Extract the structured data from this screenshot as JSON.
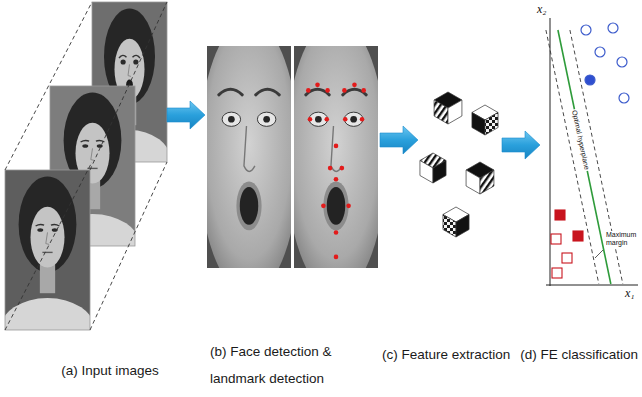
{
  "diagram": {
    "nodes": [
      {
        "text": [
          "(a) Input images"
        ]
      },
      {
        "text": [
          "(b) Face detection & landmark detection"
        ]
      },
      {
        "text": [
          "(c) Feature extraction"
        ]
      },
      {
        "text": [
          "(d) FE classification"
        ]
      }
    ],
    "edges": [
      {
        "from": 0,
        "to": 1,
        "arrow": "to"
      },
      {
        "from": 1,
        "to": 2,
        "arrow": "to"
      },
      {
        "from": 2,
        "to": 3,
        "arrow": "to"
      }
    ],
    "labels": [
      "x₂",
      "x₁",
      "Optimal hyperplane",
      "Maximum margin"
    ]
  }
}
